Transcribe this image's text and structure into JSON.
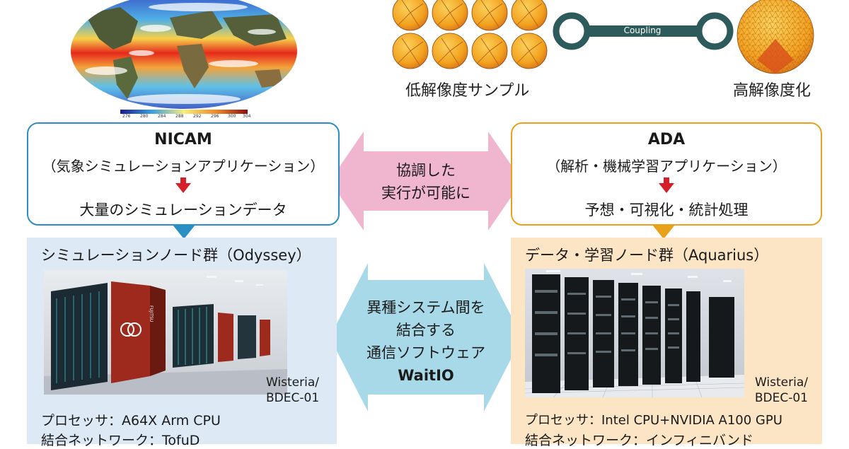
{
  "top": {
    "colorbar_ticks": [
      "276",
      "280",
      "284",
      "288",
      "292",
      "296",
      "300",
      "304"
    ],
    "coupling_label": "Coupling",
    "low_res_label": "低解像度サンプル",
    "high_res_label": "高解像度化"
  },
  "nicam": {
    "title": "NICAM",
    "subtitle": "（気象シミュレーションアプリケーション）",
    "output": "大量のシミュレーションデータ"
  },
  "ada": {
    "title": "ADA",
    "subtitle": "（解析・機械学習アプリケーション）",
    "output": "予想・可視化・統計処理"
  },
  "center_top": {
    "line1": "協調した",
    "line2": "実行が可能に"
  },
  "center_bottom": {
    "line1": "異種システム間を",
    "line2": "結合する",
    "line3": "通信ソフトウェア",
    "line4": "WaitIO"
  },
  "odyssey": {
    "title": "シミュレーションノード群（Odyssey）",
    "credit_line1": "Wisteria/",
    "credit_line2": "BDEC-01",
    "processor": "プロセッサ：A64X Arm CPU",
    "network": "結合ネットワーク：TofuD",
    "brand": "FUJITSU"
  },
  "aquarius": {
    "title": "データ・学習ノード群（Aquarius）",
    "credit_line1": "Wisteria/",
    "credit_line2": "BDEC-01",
    "processor": "プロセッサ：Intel CPU+NVIDIA A100 GPU",
    "network": "結合ネットワーク：インフィニバンド"
  },
  "colors": {
    "nicam_border": "#2a8fc4",
    "ada_border": "#e8a21a",
    "odyssey_panel": "#ddeaf6",
    "aquarius_panel": "#fbe5c4",
    "pink_arrow": "#f0b6d0",
    "cyan_arrow": "#a8d9e8",
    "coupling_bar": "#2d5a5a"
  }
}
